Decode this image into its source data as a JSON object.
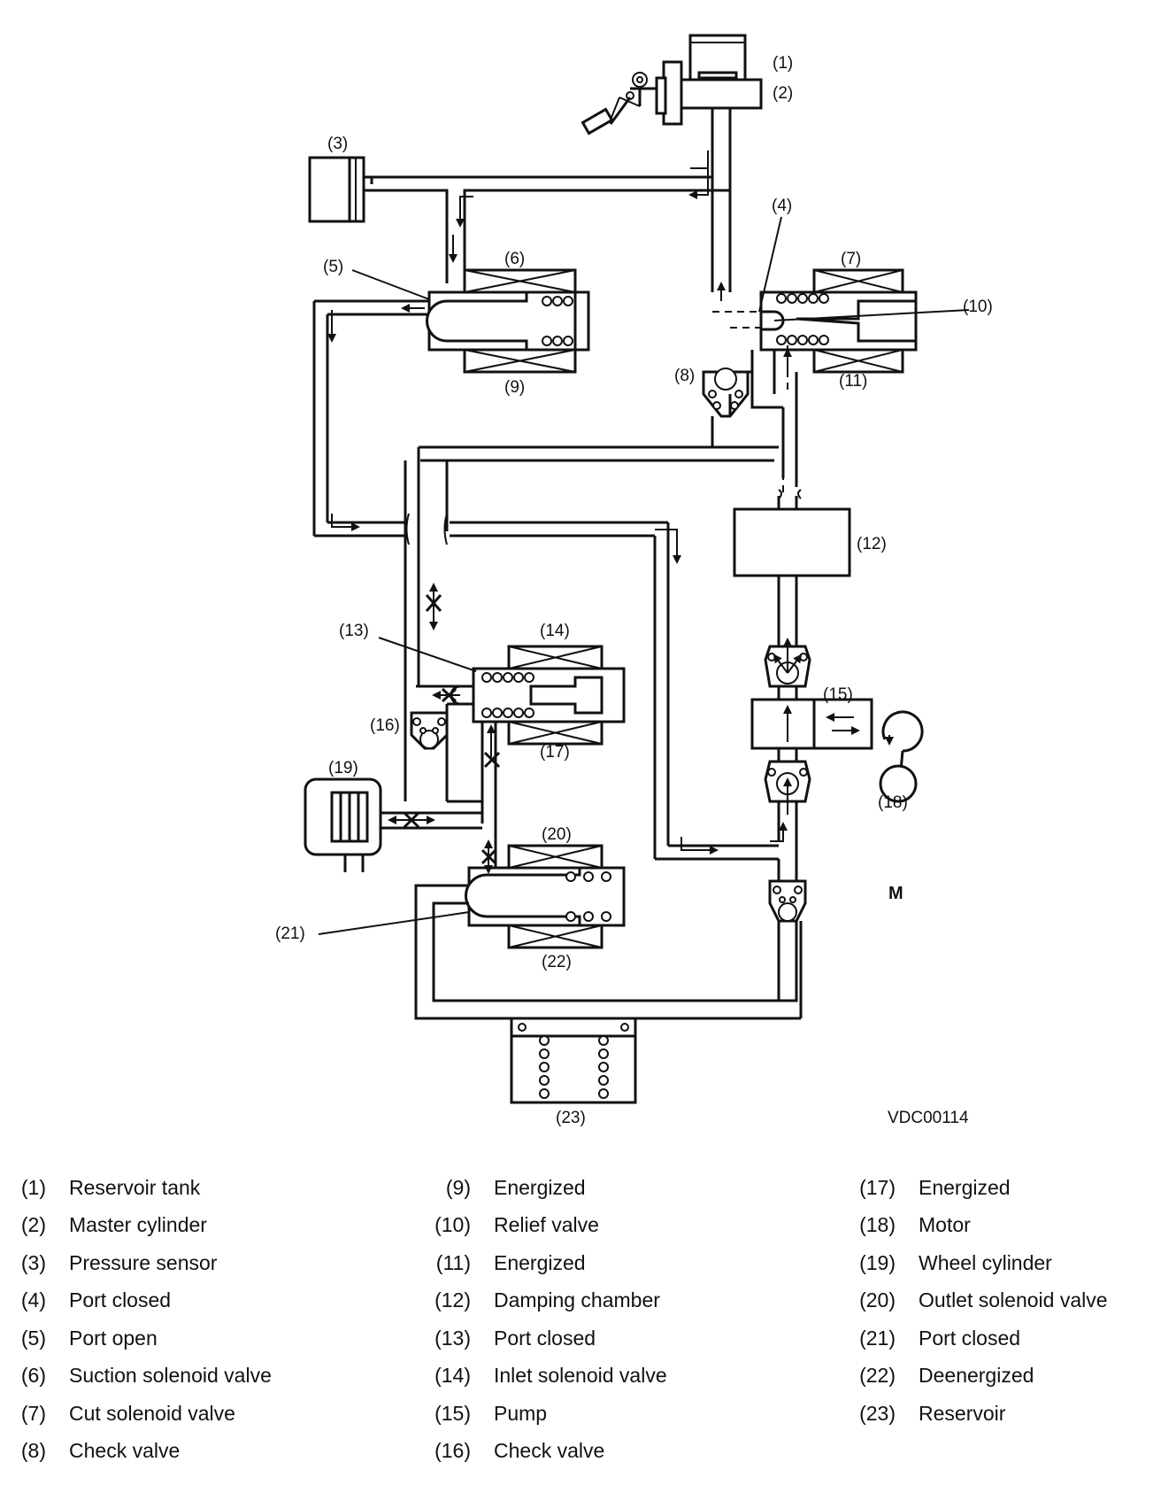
{
  "figure_code": "VDC00114",
  "callouts": {
    "c1": "(1)",
    "c2": "(2)",
    "c3": "(3)",
    "c4": "(4)",
    "c5": "(5)",
    "c6": "(6)",
    "c7": "(7)",
    "c8": "(8)",
    "c9": "(9)",
    "c10": "(10)",
    "c11": "(11)",
    "c12": "(12)",
    "c13": "(13)",
    "c14": "(14)",
    "c15": "(15)",
    "c16": "(16)",
    "c17": "(17)",
    "c18": "(18)",
    "c19": "(19)",
    "c20": "(20)",
    "c21": "(21)",
    "c22": "(22)",
    "c23": "(23)"
  },
  "motor_letter": "M",
  "legend": [
    [
      {
        "num": "(1)",
        "label": "Reservoir tank"
      },
      {
        "num": "(2)",
        "label": "Master cylinder"
      },
      {
        "num": "(3)",
        "label": "Pressure sensor"
      },
      {
        "num": "(4)",
        "label": "Port closed"
      },
      {
        "num": "(5)",
        "label": "Port open"
      },
      {
        "num": "(6)",
        "label": "Suction solenoid valve"
      },
      {
        "num": "(7)",
        "label": "Cut solenoid valve"
      },
      {
        "num": "(8)",
        "label": "Check valve"
      }
    ],
    [
      {
        "num": "(9)",
        "label": "Energized"
      },
      {
        "num": "(10)",
        "label": "Relief valve"
      },
      {
        "num": "(11)",
        "label": "Energized"
      },
      {
        "num": "(12)",
        "label": "Damping chamber"
      },
      {
        "num": "(13)",
        "label": "Port closed"
      },
      {
        "num": "(14)",
        "label": "Inlet solenoid valve"
      },
      {
        "num": "(15)",
        "label": "Pump"
      },
      {
        "num": "(16)",
        "label": "Check valve"
      }
    ],
    [
      {
        "num": "(17)",
        "label": "Energized"
      },
      {
        "num": "(18)",
        "label": "Motor"
      },
      {
        "num": "(19)",
        "label": "Wheel cylinder"
      },
      {
        "num": "(20)",
        "label": "Outlet solenoid valve"
      },
      {
        "num": "(21)",
        "label": "Port closed"
      },
      {
        "num": "(22)",
        "label": "Deenergized"
      },
      {
        "num": "(23)",
        "label": "Reservoir"
      }
    ]
  ]
}
